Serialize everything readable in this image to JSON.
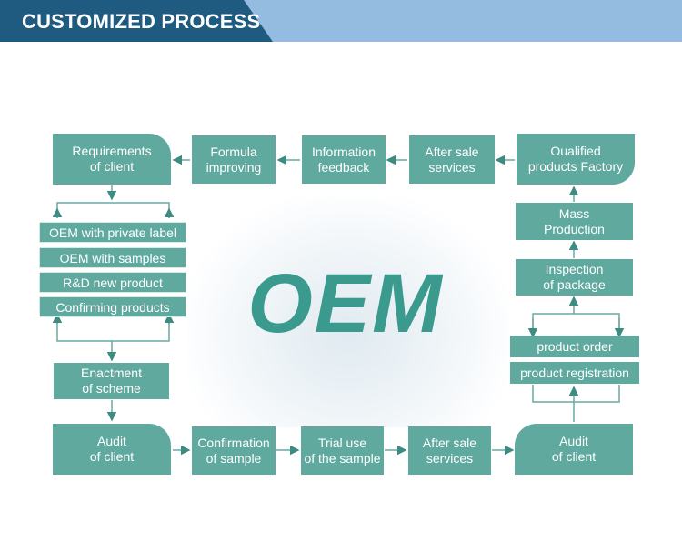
{
  "header": {
    "title": "CUSTOMIZED PROCESS"
  },
  "center": {
    "text": "OEM"
  },
  "boxes": {
    "requirements": "Requirements\nof client",
    "formula": "Formula\nimproving",
    "information": "Information\nfeedback",
    "after_sale_top": "After sale\nservices",
    "qualified": "Oualified\nproducts Factory",
    "mass": "Mass\nProduction",
    "inspection": "Inspection\nof package",
    "product_order": "product order",
    "product_registration": "product registration",
    "enactment": "Enactment\nof scheme",
    "audit_left": "Audit\nof  client",
    "confirmation": "Confirmation\nof sample",
    "trial": "Trial use\nof the sample",
    "after_sale_bottom": "After sale\nservices",
    "audit_right": "Audit\nof client"
  },
  "options": [
    "OEM with private label",
    "OEM with samples",
    "R&D new product",
    "Confirming products"
  ],
  "colors": {
    "box": "#5fa99f",
    "banner_dark": "#1f5a80",
    "banner_light": "#93bce0",
    "oem_text": "#3a9a8e"
  }
}
